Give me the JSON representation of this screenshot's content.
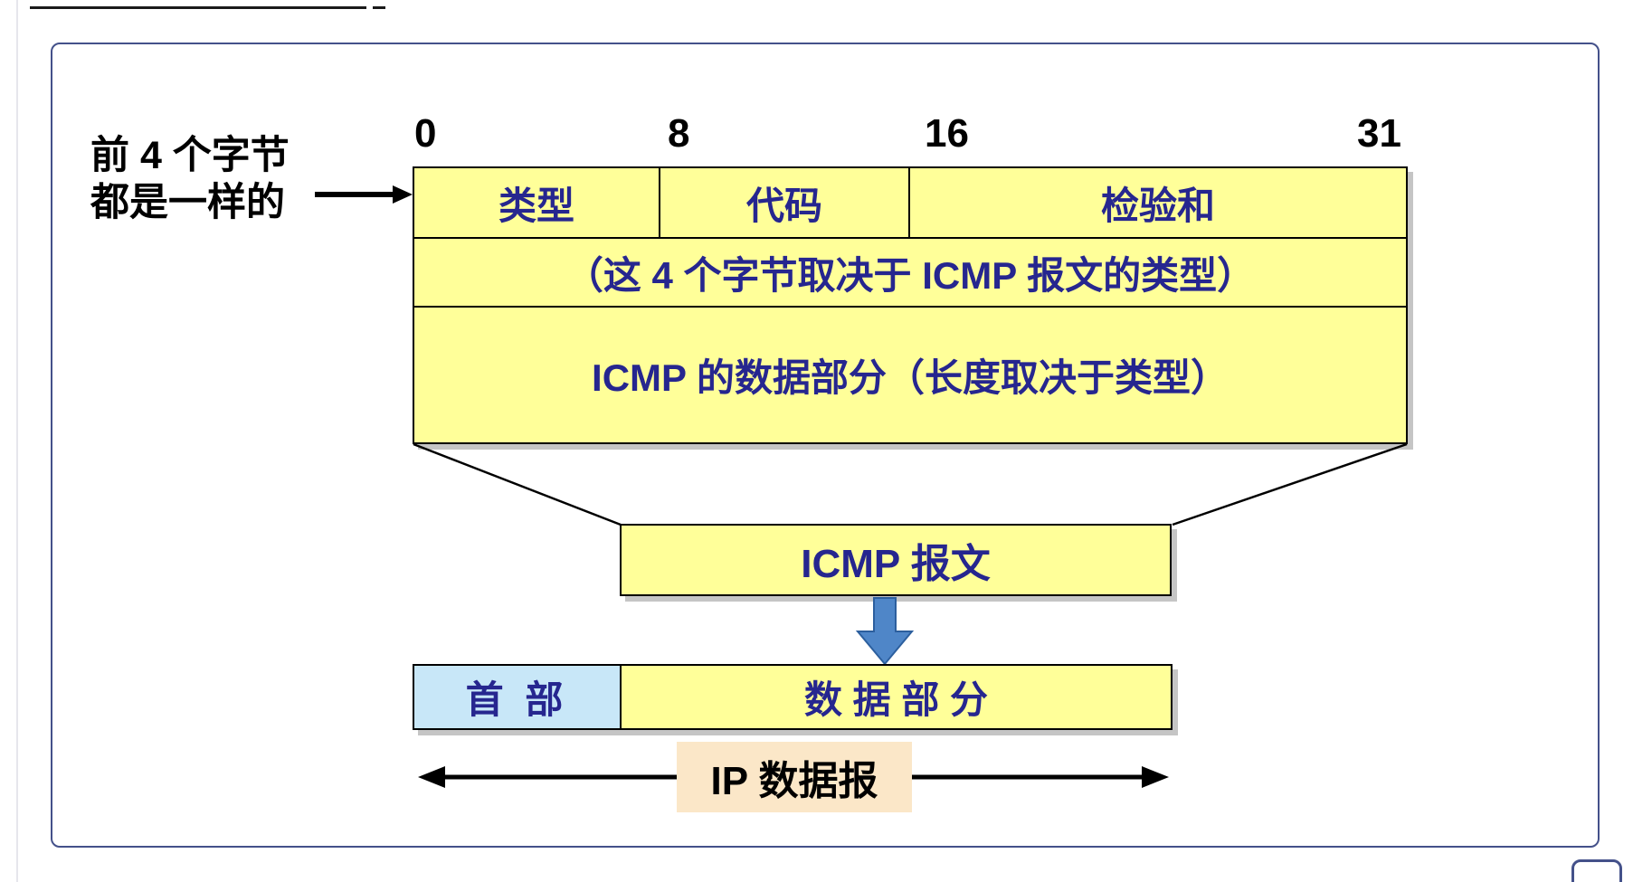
{
  "slide": {
    "bit_labels": [
      "0",
      "8",
      "16",
      "31"
    ],
    "annotation": {
      "line1": "前 4 个字节",
      "line2": "都是一样的"
    },
    "icmp_header": {
      "type": "类型",
      "code": "代码",
      "checksum": "检验和",
      "depends_row": "（这 4 个字节取决于 ICMP 报文的类型）",
      "data_row": "ICMP 的数据部分（长度取决于类型）"
    },
    "icmp_message_label": "ICMP 报文",
    "ip_datagram": {
      "header_cell": "首 部",
      "data_cell": "数 据 部 分",
      "label": "IP 数据报"
    }
  },
  "colors": {
    "box_yellow": "#FFFF99",
    "header_blue": "#C8E7F8",
    "text_navy": "#26268F",
    "label_cream": "#FBE7C8",
    "arrow_blue": "#4F86C8",
    "line_black": "#000000",
    "slide_border": "#44518A"
  }
}
